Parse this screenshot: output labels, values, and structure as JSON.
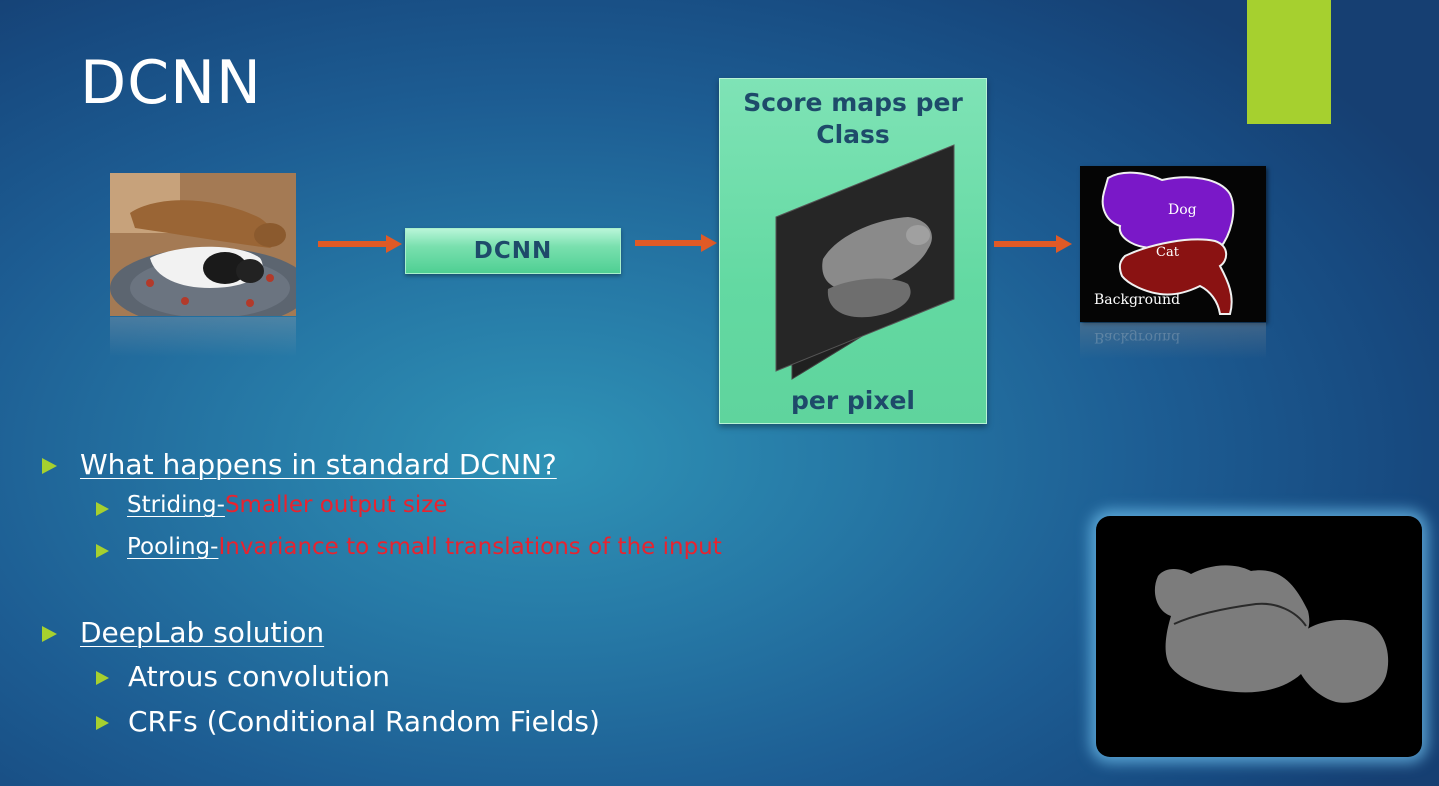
{
  "slide": {
    "title": "DCNN",
    "accent_color": "#a6d02f",
    "arrow_color": "#e05a26"
  },
  "diagram": {
    "dcnn_label": "DCNN",
    "score_title": "Score maps per Class",
    "score_footer": "per pixel",
    "seg_labels": {
      "dog": "Dog",
      "cat": "Cat",
      "background": "Background"
    }
  },
  "bullets": {
    "q1": "What happens in standard DCNN?",
    "striding_label": "Striding-",
    "striding_desc": "Smaller output size",
    "pooling_label": "Pooling-",
    "pooling_desc": "Invariance to small translations of the input",
    "q2": "DeepLab solution",
    "atrous": "Atrous convolution",
    "crfs": "CRFs (Conditional Random Fields)"
  }
}
